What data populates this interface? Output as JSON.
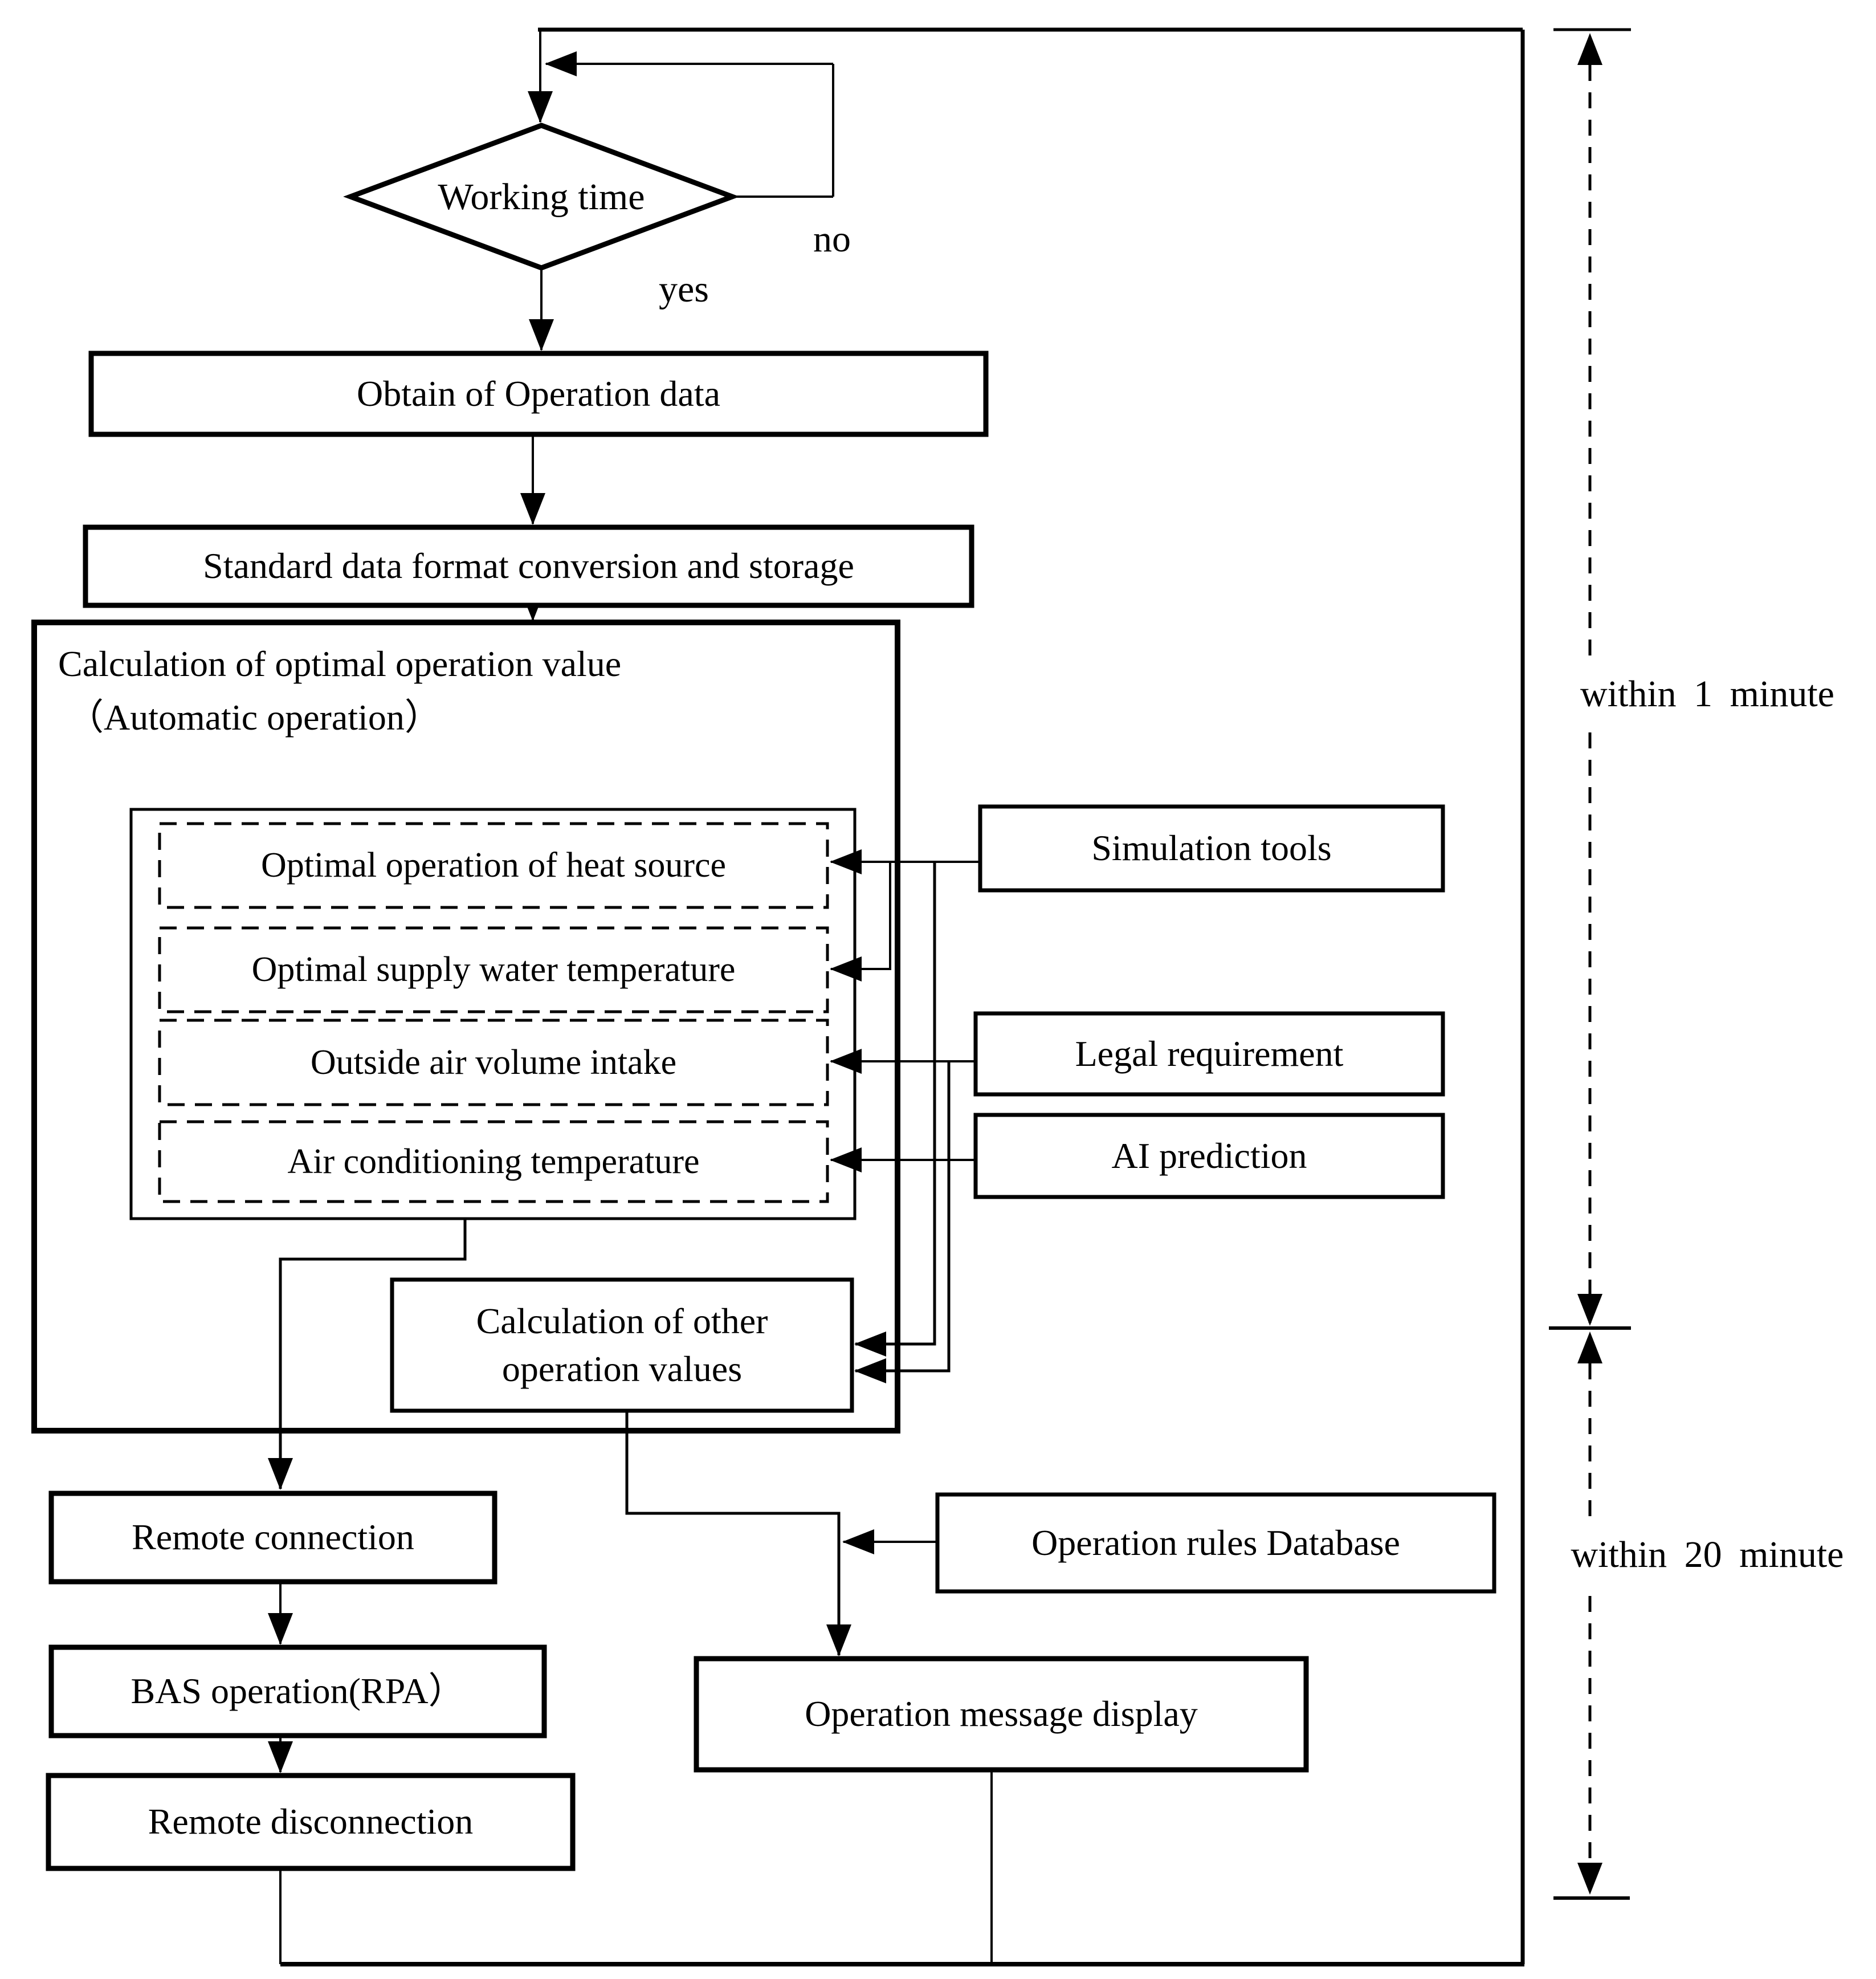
{
  "page": {
    "background": "#ffffff",
    "line_color": "#000000"
  },
  "flow": {
    "decision_working_time": "Working time",
    "branch_yes": "yes",
    "branch_no": "no",
    "obtain_data": "Obtain of Operation data",
    "standard_conversion": "Standard data format conversion and storage",
    "calc_container_title_line1": "Calculation of optimal operation value",
    "calc_container_title_line2": "（Automatic operation）",
    "optimal_heat_source": "Optimal operation of heat source",
    "optimal_supply_water": "Optimal supply water temperature",
    "outside_air_intake": "Outside air volume intake",
    "air_conditioning_temp": "Air conditioning temperature",
    "calc_other_line1": "Calculation of other",
    "calc_other_line2": "operation values",
    "simulation_tools": "Simulation tools",
    "legal_requirement": "Legal requirement",
    "ai_prediction": "AI prediction",
    "operation_rules_db": "Operation rules Database",
    "operation_message_display": "Operation message display",
    "remote_connection": "Remote connection",
    "bas_operation": "BAS operation(RPA）",
    "remote_disconnection": "Remote disconnection"
  },
  "timing": {
    "within_1_minute": "within 1 minute",
    "within_20_minute": "within 20 minute"
  }
}
